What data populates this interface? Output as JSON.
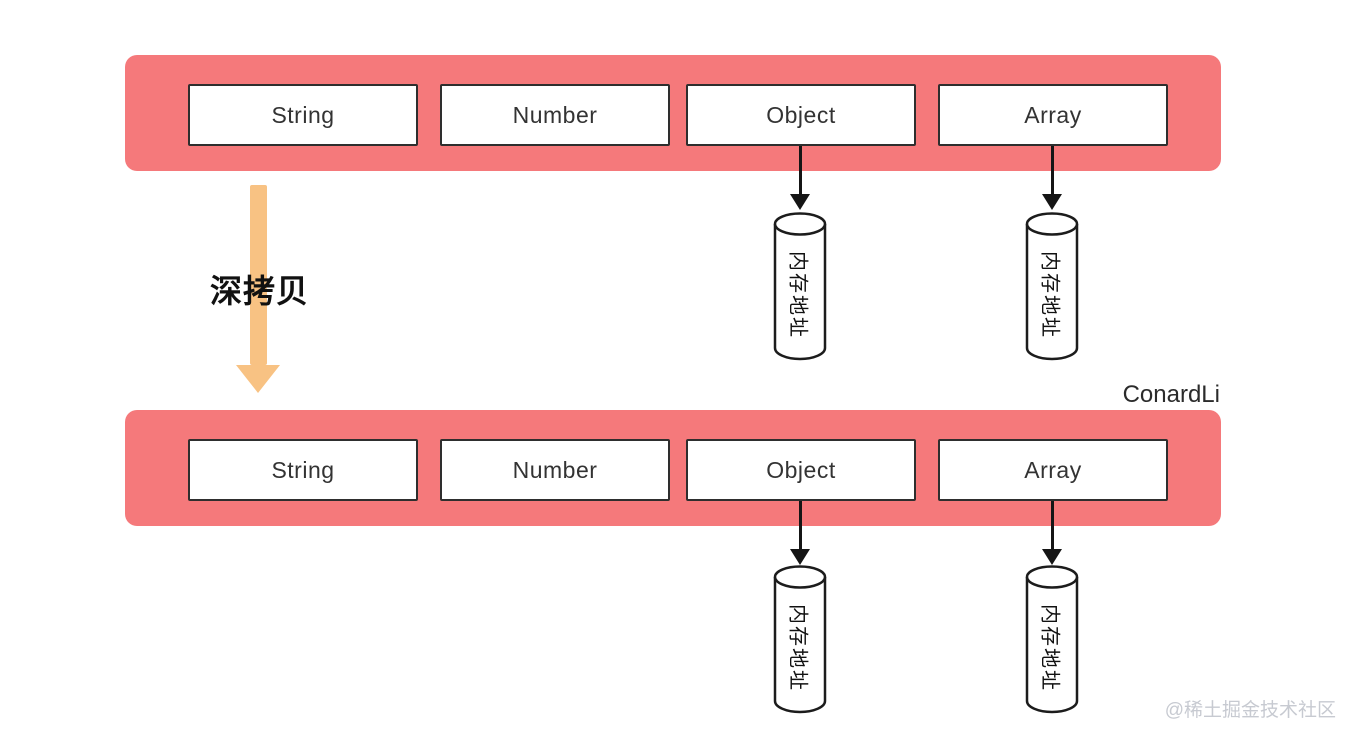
{
  "diagram": {
    "deep_copy_label": "深拷贝",
    "author_credit": "ConardLi",
    "watermark": "@稀土掘金技术社区",
    "memory_label": "内存地址"
  },
  "rows": [
    {
      "boxes": [
        "String",
        "Number",
        "Object",
        "Array"
      ]
    },
    {
      "boxes": [
        "String",
        "Number",
        "Object",
        "Array"
      ]
    }
  ],
  "colors": {
    "bar_pink": "#F5797B",
    "arrow_orange": "#F8C283",
    "outline_black": "#1C1C1C",
    "watermark_gray": "#C7CAD1"
  }
}
